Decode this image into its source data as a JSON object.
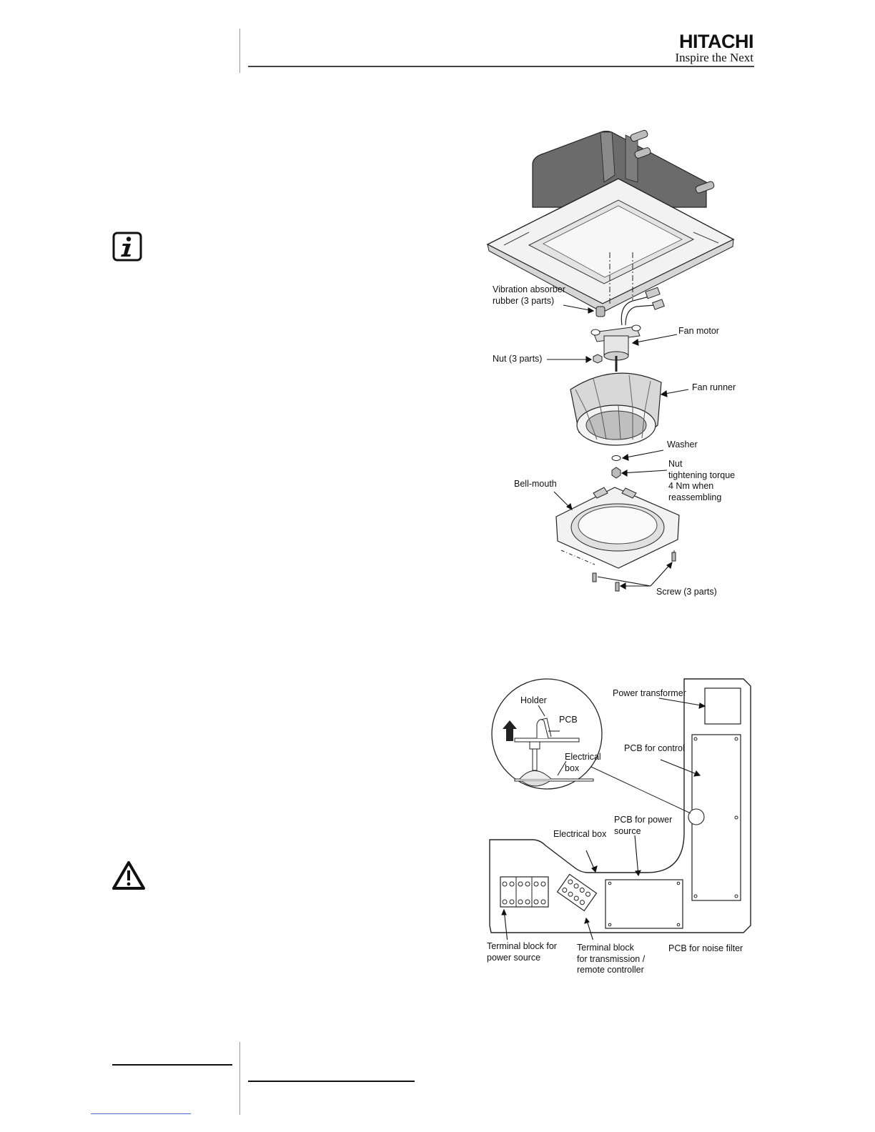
{
  "header": {
    "brand_name": "HITACHI",
    "brand_tagline": "Inspire the Next"
  },
  "figure_fan": {
    "labels": {
      "vibration_absorber": [
        "Vibration absorber",
        "rubber (3 parts)"
      ],
      "fan_motor": "Fan motor",
      "nut_parts": "Nut (3 parts)",
      "fan_runner": "Fan runner",
      "washer": "Washer",
      "nut_torque": [
        "Nut",
        "tightening torque",
        "4 Nm when",
        "reassembling"
      ],
      "bell_mouth": "Bell-mouth",
      "screw": "Screw (3 parts)"
    }
  },
  "figure_electrical": {
    "labels": {
      "holder": "Holder",
      "pcb": "PCB",
      "electrical_detail": [
        "Electrical",
        "box"
      ],
      "power_transformer": "Power transformer",
      "pcb_control": "PCB for control",
      "pcb_power_source": [
        "PCB for power",
        "source"
      ],
      "electrical_box": "Electrical box",
      "terminal_power": [
        "Terminal block for",
        "power source"
      ],
      "terminal_transmission": [
        "Terminal block",
        "for transmission /",
        "remote controller"
      ],
      "pcb_noise_filter": "PCB for noise filter"
    }
  },
  "icons": {
    "info": "info-icon",
    "warning": "warning-icon"
  }
}
